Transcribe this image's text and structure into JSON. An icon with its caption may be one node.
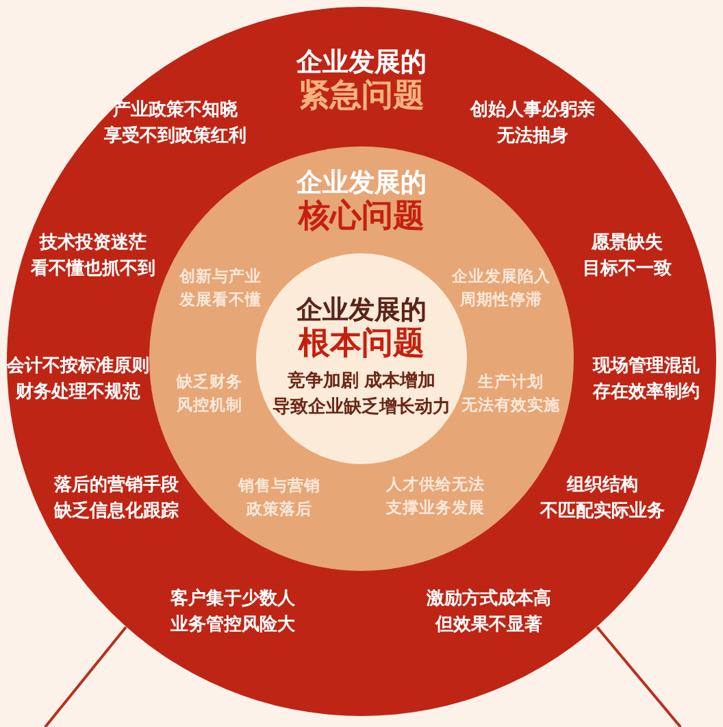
{
  "diagram": {
    "nodes": [
      {
        "text": [
          "企业发展的",
          "紧急问题",
          "产业政策不知晓享受不到政策红利",
          "创始人事必躬亲无法抽身",
          "技术投资迷茫看不懂也抓不到",
          "愿景缺失目标不一致",
          "会计不按标准原则财务处理不规范",
          "现场管理混乱存在效率制约",
          "落后的营销手段缺乏信息化跟踪",
          "组织结构不匹配实际业务",
          "客户集于少数人业务管控风险大",
          "激励方式成本高但效果不显著"
        ]
      },
      {
        "text": [
          "企业发展的",
          "核心问题",
          "创新与产业发展看不懂",
          "企业发展陷入周期性停滞",
          "缺乏财务风控机制",
          "生产计划无法有效实施",
          "销售与营销政策落后",
          "人才供给无法支撑业务发展"
        ],
        "in": 0
      },
      {
        "text": [
          "企业发展的",
          "根本问题",
          "竞争加剧 成本增加导致企业缺乏增长动力"
        ],
        "in": 1
      }
    ]
  }
}
